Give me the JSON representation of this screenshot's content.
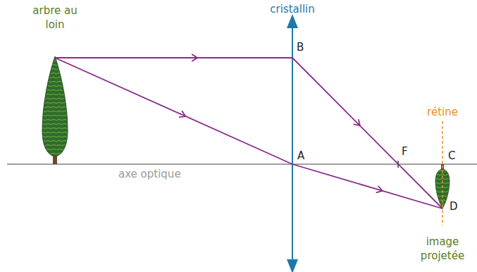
{
  "diagram": {
    "labels": [
      "arbre au loin",
      "cristallin",
      "B",
      "A",
      "F",
      "rétine",
      "C",
      "D",
      "axe optique",
      "image projetée"
    ]
  }
}
